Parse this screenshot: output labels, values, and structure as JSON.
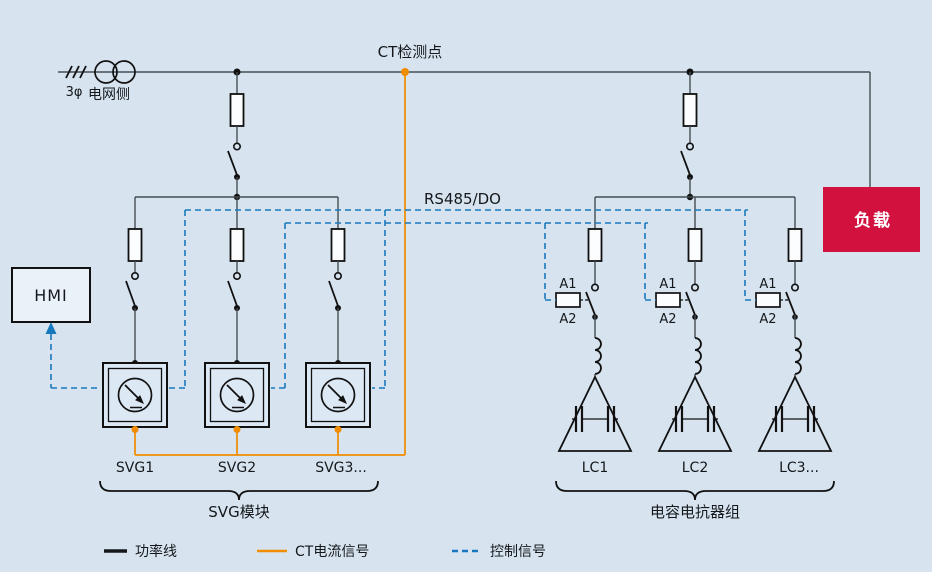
{
  "colors": {
    "background": "#d7e4f0",
    "power_line": "#15181b",
    "ct_signal": "#f08c00",
    "control_signal": "#1878be",
    "load_red": "#d2113e"
  },
  "labels": {
    "grid_phase": "3φ",
    "grid_side": "电网侧",
    "ct_point": "CT检测点",
    "rs485": "RS485/DO",
    "hmi": "HMI",
    "load": "负载"
  },
  "modules": {
    "svg": [
      "SVG1",
      "SVG2",
      "SVG3..."
    ],
    "lc": [
      "LC1",
      "LC2",
      "LC3..."
    ]
  },
  "contactor": {
    "top": "A1",
    "bottom": "A2"
  },
  "groups": {
    "svg": "SVG模块",
    "lc": "电容电抗器组"
  },
  "legend": {
    "power": "功率线",
    "ct": "CT电流信号",
    "control": "控制信号"
  }
}
